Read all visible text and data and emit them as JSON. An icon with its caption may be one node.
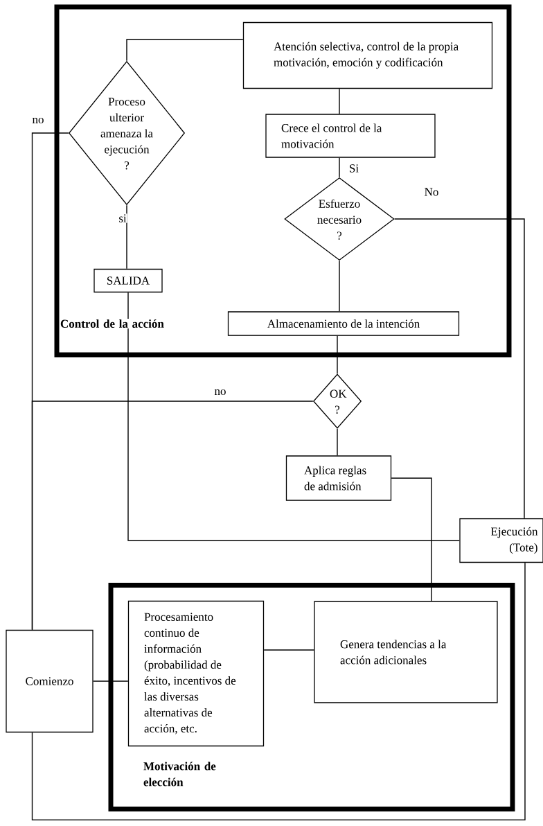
{
  "diagram": {
    "nodes": [
      {
        "text": [
          "Control de la acción"
        ]
      },
      {
        "text": [
          "Atención selectiva, control de la propia motivación, emoción y codificación"
        ],
        "in": 0
      },
      {
        "text": [
          "Proceso ulterior amenaza la ejecución ?"
        ],
        "in": 0
      },
      {
        "text": [
          "Crece el control de la motivación"
        ],
        "in": 0
      },
      {
        "text": [
          "Esfuerzo necesario ?"
        ],
        "in": 0
      },
      {
        "text": [
          "SALIDA"
        ],
        "in": 0
      },
      {
        "text": [
          "Almacenamiento de la intención"
        ],
        "in": 0
      },
      {
        "text": [
          "OK ?"
        ]
      },
      {
        "text": [
          "Aplica reglas de admisión"
        ]
      },
      {
        "text": [
          "Ejecución (Tote)"
        ]
      },
      {
        "text": [
          "Motivación de elección"
        ]
      },
      {
        "text": [
          "Procesamiento continuo de información (probabilidad de éxito, incentivos de las diversas alternativas de acción, etc."
        ],
        "in": 10
      },
      {
        "text": [
          "Genera tendencias a la acción adicionales"
        ],
        "in": 10
      },
      {
        "text": [
          "Comienzo"
        ]
      }
    ],
    "edges": [
      {
        "from": 1,
        "to": 2,
        "arrow": "none"
      },
      {
        "from": 1,
        "to": 3,
        "arrow": "none"
      },
      {
        "from": 3,
        "to": 4,
        "arrow": "none",
        "label": "Si"
      },
      {
        "from": 4,
        "to": 6,
        "arrow": "none"
      },
      {
        "from": 4,
        "to": 9,
        "arrow": "none",
        "label": "No"
      },
      {
        "from": 2,
        "to": 5,
        "arrow": "none",
        "label": "si"
      },
      {
        "from": 2,
        "to": 13,
        "arrow": "none",
        "label": "no"
      },
      {
        "from": 5,
        "to": 9,
        "arrow": "none"
      },
      {
        "from": 6,
        "to": 7,
        "arrow": "none"
      },
      {
        "from": 7,
        "to": 13,
        "arrow": "none",
        "label": "no"
      },
      {
        "from": 7,
        "to": 8,
        "arrow": "none"
      },
      {
        "from": 8,
        "to": 12,
        "arrow": "none"
      },
      {
        "from": 11,
        "to": 12,
        "arrow": "none"
      },
      {
        "from": 13,
        "to": 11,
        "arrow": "none"
      },
      {
        "from": 13,
        "to": 9,
        "arrow": "none"
      }
    ]
  }
}
